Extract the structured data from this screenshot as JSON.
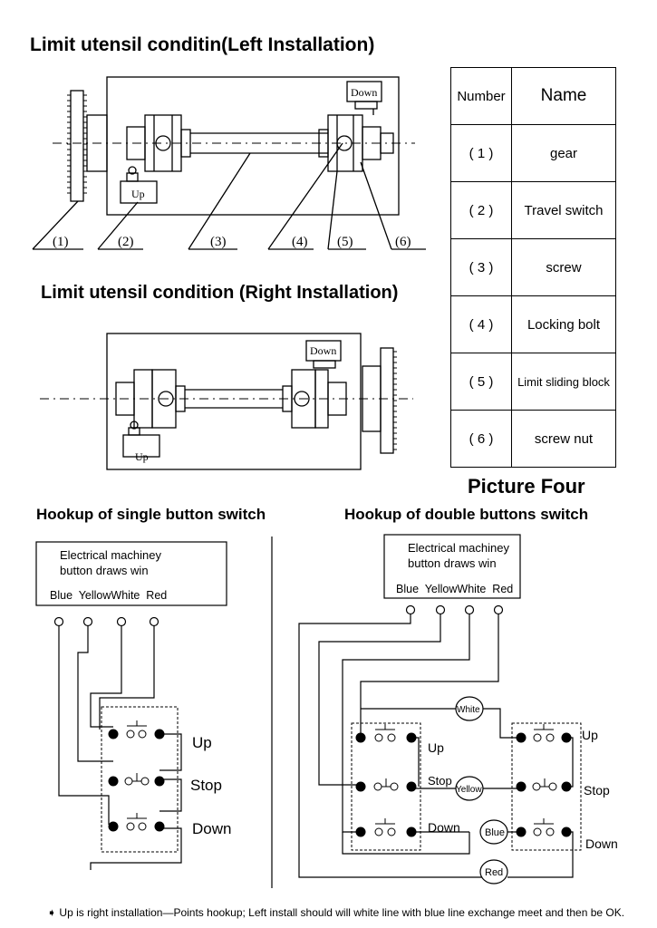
{
  "titles": {
    "left_install": "Limit utensil conditin(Left Installation)",
    "right_install": "Limit utensil condition (Right Installation)",
    "picture": "Picture Four",
    "single_switch": "Hookup of single button switch",
    "double_switch": "Hookup of double buttons switch"
  },
  "switch_labels": {
    "down": "Down",
    "up": "Up"
  },
  "callouts": [
    "(1)",
    "(2)",
    "(3)",
    "(4)",
    "(5)",
    "(6)"
  ],
  "parts_table": {
    "header": {
      "number": "Number",
      "name": "Name"
    },
    "rows": [
      {
        "number": "( 1 )",
        "name": "gear"
      },
      {
        "number": "( 2 )",
        "name": "Travel switch"
      },
      {
        "number": "( 3 )",
        "name": "screw"
      },
      {
        "number": "( 4 )",
        "name": "Locking bolt"
      },
      {
        "number": "( 5 )",
        "name": "Limit sliding block"
      },
      {
        "number": "( 6 )",
        "name": "screw nut"
      }
    ]
  },
  "wiring": {
    "box_line1": "Electrical machiney",
    "box_line2": "button draws win",
    "wire_labels": "Blue  YellowWhite  Red",
    "button_up": "Up",
    "button_stop": "Stop",
    "button_down": "Down",
    "wire_white": "White",
    "wire_yellow": "Yellow",
    "wire_blue": "Blue",
    "wire_red": "Red"
  },
  "footnote": "Up is right installation—Points hookup; Left install should will white line with blue line exchange meet and then be OK."
}
